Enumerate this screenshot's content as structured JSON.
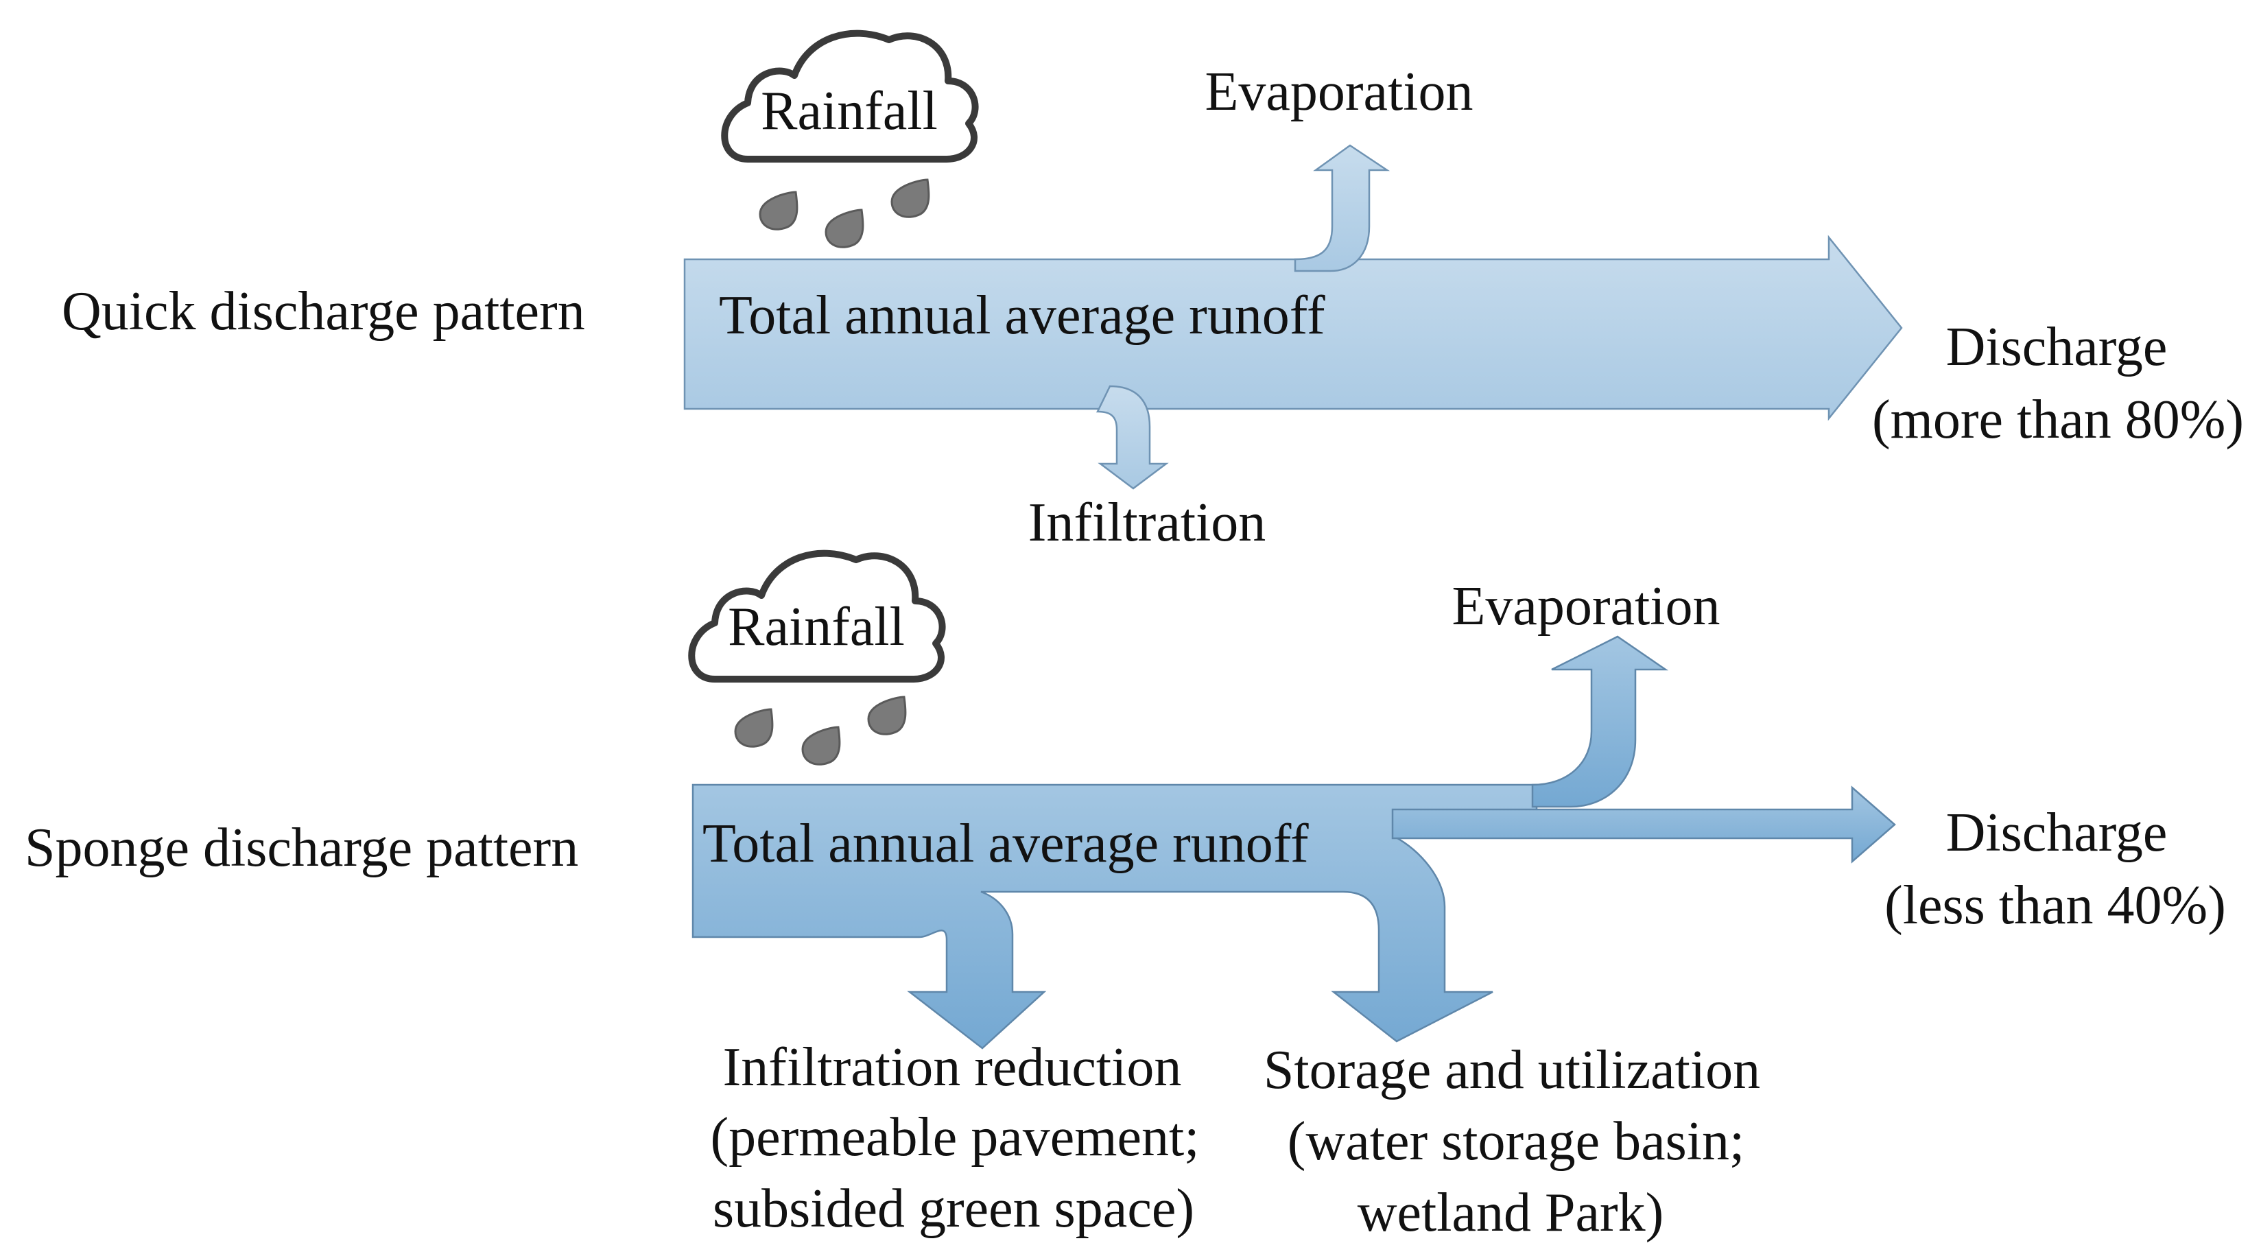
{
  "quick_pattern": {
    "label": "Quick discharge pattern",
    "rainfall": "Rainfall",
    "runoff": "Total annual average runoff",
    "evaporation": "Evaporation",
    "infiltration": "Infiltration",
    "discharge_title": "Discharge",
    "discharge_share": "(more than 80%)"
  },
  "sponge_pattern": {
    "label": "Sponge discharge pattern",
    "rainfall": "Rainfall",
    "runoff": "Total annual average runoff",
    "evaporation": "Evaporation",
    "discharge_title": "Discharge",
    "discharge_share": "(less than 40%)",
    "infiltration_reduction": {
      "line1": "Infiltration reduction",
      "line2": "(permeable pavement;",
      "line3": "subsided green space)"
    },
    "storage_utilization": {
      "line1": "Storage and utilization",
      "line2": "(water storage basin;",
      "line3": "wetland Park)"
    }
  },
  "colors": {
    "quick_flow_light": "#c7dced",
    "quick_flow_dark": "#a9c9e3",
    "sponge_flow_light": "#a3c6e2",
    "sponge_flow_dark": "#74a8d2",
    "outline": "#3a3a3a",
    "raindrop": "#7a7a7a"
  },
  "icons": [
    "cloud-icon",
    "raindrop-icon"
  ]
}
